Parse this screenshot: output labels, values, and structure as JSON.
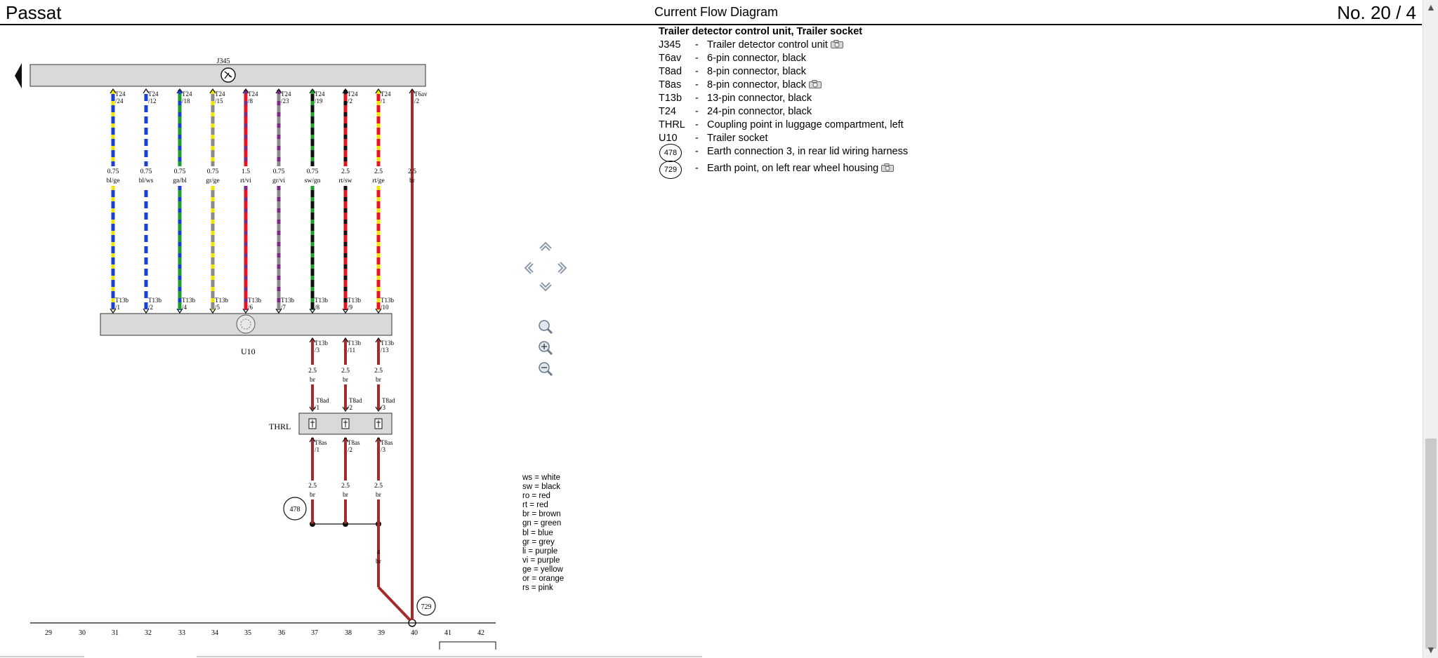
{
  "header": {
    "model": "Passat",
    "title": "Current Flow Diagram",
    "number": "No.  20 / 4"
  },
  "legend": {
    "title": "Trailer detector control unit, Trailer socket",
    "items": [
      {
        "code": "J345",
        "desc": "Trailer detector control unit",
        "photo": true
      },
      {
        "code": "T6av",
        "desc": "6-pin connector, black",
        "photo": false
      },
      {
        "code": "T8ad",
        "desc": "8-pin connector, black",
        "photo": false
      },
      {
        "code": "T8as",
        "desc": "8-pin connector, black",
        "photo": true
      },
      {
        "code": "T13b",
        "desc": "13-pin connector, black",
        "photo": false
      },
      {
        "code": "T24",
        "desc": "24-pin connector, black",
        "photo": false
      },
      {
        "code": "THRL",
        "desc": "Coupling point in luggage compartment, left",
        "photo": false
      },
      {
        "code": "U10",
        "desc": "Trailer socket",
        "photo": false
      },
      {
        "code": "478",
        "desc": "Earth connection 3, in rear lid wiring harness",
        "photo": false
      },
      {
        "code": "729",
        "desc": "Earth point, on left rear wheel housing",
        "photo": true
      }
    ]
  },
  "components": {
    "j345": "J345",
    "u10": "U10",
    "thrl": "THRL",
    "earth478": "478",
    "earth729": "729"
  },
  "wires": [
    {
      "top_conn": "T24",
      "top_pin": "/24",
      "size": "0.75",
      "color": "bl/ge",
      "c1": "#1a3fd6",
      "c2": "#f2e600",
      "bot_conn": "T13b",
      "bot_pin": "/1"
    },
    {
      "top_conn": "T24",
      "top_pin": "/12",
      "size": "0.75",
      "color": "bl/ws",
      "c1": "#1a3fd6",
      "c2": "#ffffff",
      "bot_conn": "T13b",
      "bot_pin": "/2"
    },
    {
      "top_conn": "T24",
      "top_pin": "/18",
      "size": "0.75",
      "color": "gn/bl",
      "c1": "#1aa02a",
      "c2": "#1a3fd6",
      "bot_conn": "T13b",
      "bot_pin": "/4"
    },
    {
      "top_conn": "T24",
      "top_pin": "/15",
      "size": "0.75",
      "color": "gr/ge",
      "c1": "#8a8a8a",
      "c2": "#f2e600",
      "bot_conn": "T13b",
      "bot_pin": "/5"
    },
    {
      "top_conn": "T24",
      "top_pin": "/8",
      "size": "1.5",
      "color": "rt/vi",
      "c1": "#e8141c",
      "c2": "#7a2a86",
      "bot_conn": "T13b",
      "bot_pin": "/6"
    },
    {
      "top_conn": "T24",
      "top_pin": "/23",
      "size": "0.75",
      "color": "gr/vi",
      "c1": "#8a8a8a",
      "c2": "#7a2a86",
      "bot_conn": "T13b",
      "bot_pin": "/7"
    },
    {
      "top_conn": "T24",
      "top_pin": "/19",
      "size": "0.75",
      "color": "sw/gn",
      "c1": "#111111",
      "c2": "#1aa02a",
      "bot_conn": "T13b",
      "bot_pin": "/8"
    },
    {
      "top_conn": "T24",
      "top_pin": "/2",
      "size": "2.5",
      "color": "rt/sw",
      "c1": "#e8141c",
      "c2": "#111111",
      "bot_conn": "T13b",
      "bot_pin": "/9"
    },
    {
      "top_conn": "T24",
      "top_pin": "/1",
      "size": "2.5",
      "color": "rt/ge",
      "c1": "#e8141c",
      "c2": "#f2e600",
      "bot_conn": "T13b",
      "bot_pin": "/10"
    },
    {
      "top_conn": "T6av",
      "top_pin": "/2",
      "size": "2.5",
      "color": "br",
      "c1": "#a52a2a",
      "c2": "#a52a2a",
      "bot_conn": "",
      "bot_pin": ""
    }
  ],
  "ground_wires": [
    {
      "u_conn": "T13b",
      "u_pin": "/3",
      "size1": "2.5",
      "color1": "br",
      "ad_conn": "T8ad",
      "ad_pin": "/1",
      "as_conn": "T8as",
      "as_pin": "/1",
      "size2": "2.5",
      "color2": "br"
    },
    {
      "u_conn": "T13b",
      "u_pin": "/11",
      "size1": "2.5",
      "color1": "br",
      "ad_conn": "T8ad",
      "ad_pin": "/2",
      "as_conn": "T8as",
      "as_pin": "/2",
      "size2": "2.5",
      "color2": "br"
    },
    {
      "u_conn": "T13b",
      "u_pin": "/13",
      "size1": "2.5",
      "color1": "br",
      "ad_conn": "T8ad",
      "ad_pin": "/3",
      "as_conn": "T8as",
      "as_pin": "/3",
      "size2": "2.5",
      "color2": "br"
    }
  ],
  "merged_wire": {
    "size": "4",
    "color": "br"
  },
  "track_numbers": [
    "29",
    "30",
    "31",
    "32",
    "33",
    "34",
    "35",
    "36",
    "37",
    "38",
    "39",
    "40",
    "41",
    "42"
  ],
  "color_codes": [
    "ws = white",
    "sw = black",
    "ro = red",
    "rt = red",
    "br = brown",
    "gn = green",
    "bl = blue",
    "gr = grey",
    "li = purple",
    "vi = purple",
    "ge = yellow",
    "or = orange",
    "rs = pink"
  ],
  "nav": {
    "up_icon": "chevron-up-icon",
    "down_icon": "chevron-down-icon",
    "left_icon": "chevron-left-icon",
    "right_icon": "chevron-right-icon",
    "zoom_fit_icon": "magnifier-icon",
    "zoom_in_icon": "zoom-in-icon",
    "zoom_out_icon": "zoom-out-icon"
  }
}
